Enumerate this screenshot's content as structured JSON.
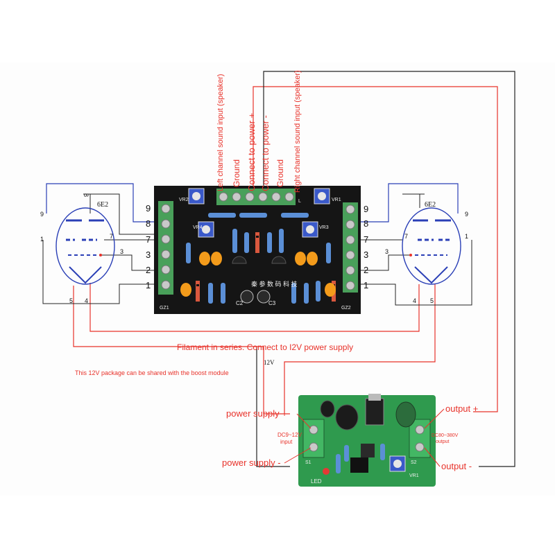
{
  "colors": {
    "red": "#e8322a",
    "blue": "#2a3fb6",
    "wire_black": "#222222",
    "pcb_black": "#151515",
    "terminal_green": "#49a05a",
    "booster_green": "#2f9a4e"
  },
  "main_board": {
    "left_pins": [
      "9",
      "8",
      "7",
      "3",
      "2",
      "1"
    ],
    "right_pins": [
      "8",
      "7",
      "3",
      "2",
      "1"
    ],
    "right_pin_9": "9",
    "top_inputs": [
      "Left channel sound input (speaker)",
      "Ground",
      "Connect to power +",
      "Connect to power -",
      "Ground",
      "Right channel sound input (speaker)"
    ],
    "silk": {
      "vr2": "VR2",
      "vr4": "VR4",
      "vr3": "VR3",
      "vr1": "VR1",
      "gz1": "GZ1",
      "gz2": "GZ2",
      "c2": "C2",
      "c3": "C3",
      "chinese": "秦 参 数 码 科 技",
      "l": "L"
    }
  },
  "left_tube": {
    "model": "6E2",
    "pins": {
      "p1": "1",
      "p3": "3",
      "p4": "4",
      "p5": "5",
      "p7": "7",
      "p8": "8",
      "p9": "9"
    }
  },
  "right_tube": {
    "model": "6E2",
    "pins": {
      "p1": "1",
      "p3": "3",
      "p4": "4",
      "p5": "5",
      "p7": "7",
      "p9": "9"
    }
  },
  "filament_note": "Filament in series. Connect to I2V power supply",
  "voltage_12v": "12V",
  "shared_note": "This 12V package can be shared with the boost module",
  "booster": {
    "power_plus": "power supply +",
    "power_minus": "power supply -",
    "output_plus": "output +",
    "output_minus": "output -",
    "input_spec_1": "DC9~12V",
    "input_spec_2": "input",
    "output_spec_1": "DC80~380V",
    "output_spec_2": "output",
    "led": "LED",
    "vr1": "VR1",
    "s1": "S1",
    "s2": "S2"
  }
}
